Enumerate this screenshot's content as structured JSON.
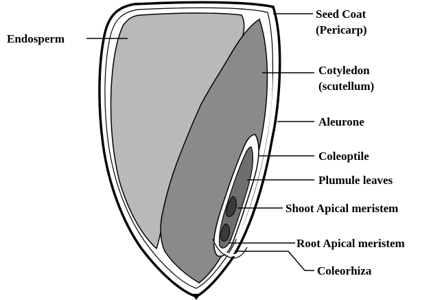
{
  "labels": {
    "endosperm": "Endosperm",
    "seed_coat_1": "Seed Coat",
    "seed_coat_2": "(Pericarp)",
    "cotyledon_1": "Cotyledon",
    "cotyledon_2": "(scutellum)",
    "aleurone": "Aleurone",
    "coleoptile": "Coleoptile",
    "plumule": "Plumule leaves",
    "shoot_meristem": "Shoot Apical meristem",
    "root_meristem": "Root Apical meristem",
    "coleorhiza": "Coleorhiza"
  },
  "colors": {
    "outline": "#000000",
    "endosperm": "#b9b9b9",
    "cotyledon": "#8a8a8a",
    "embryo_core": "#6e6e6e",
    "meristem": "#3a3a3a",
    "background": "#ffffff"
  }
}
